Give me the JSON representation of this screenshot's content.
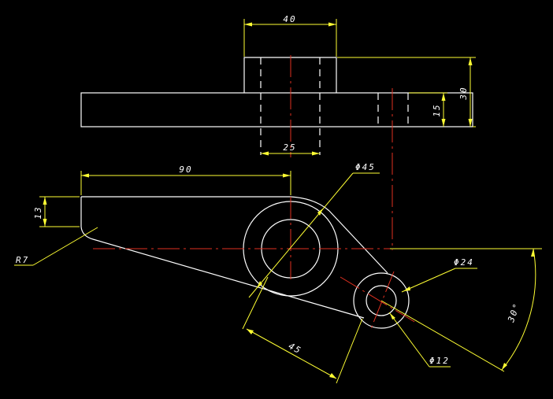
{
  "colors": {
    "background": "#000000",
    "outline": "#ffffff",
    "center_line": "#e03020",
    "dimension": "#ffff33"
  },
  "dimensions": {
    "top_width": "40",
    "total_height": "30",
    "plate_height": "15",
    "bore_width": "25",
    "length_90": "90",
    "height_13": "13",
    "radius_r7": "R7",
    "dia_45": "Φ45",
    "dia_24": "Φ24",
    "dia_12": "Φ12",
    "center_distance": "45",
    "angle": "30°"
  }
}
